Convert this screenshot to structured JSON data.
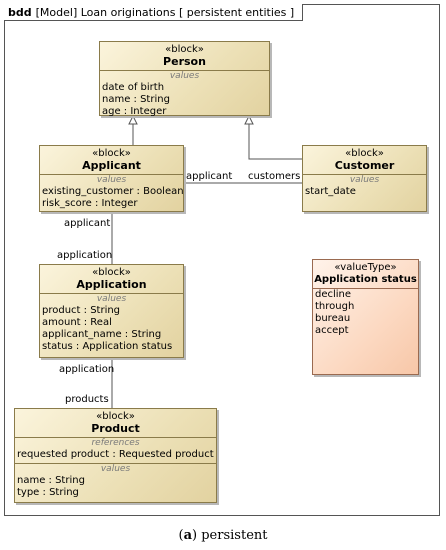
{
  "frame": {
    "kind": "bdd",
    "title": "[Model] Loan originations [ persistent entities ]"
  },
  "blocks": {
    "person": {
      "stereotype": "«block»",
      "name": "Person",
      "values_title": "values",
      "values": [
        "date of birth",
        "name : String",
        "age : Integer"
      ]
    },
    "applicant": {
      "stereotype": "«block»",
      "name": "Applicant",
      "values_title": "values",
      "values": [
        "existing_customer : Boolean",
        "risk_score : Integer"
      ]
    },
    "customer": {
      "stereotype": "«block»",
      "name": "Customer",
      "values_title": "values",
      "values": [
        "start_date"
      ]
    },
    "application": {
      "stereotype": "«block»",
      "name": "Application",
      "values_title": "values",
      "values": [
        "product : String",
        "amount : Real",
        "applicant_name : String",
        "status : Application status"
      ]
    },
    "product": {
      "stereotype": "«block»",
      "name": "Product",
      "references_title": "references",
      "references": [
        "requested product : Requested product"
      ],
      "values_title": "values",
      "values": [
        "name : String",
        "type : String"
      ]
    },
    "status": {
      "stereotype": "«valueType»",
      "name": "Application status",
      "literals": [
        "decline",
        "through",
        "bureau",
        "accept"
      ]
    }
  },
  "roles": {
    "applicant_to_customer": "applicant",
    "customer_end": "customers",
    "applicant_end": "applicant",
    "application_end_top": "application",
    "application_end_bottom": "application",
    "products_end": "products"
  },
  "caption": {
    "label": "a",
    "text": "persistent"
  }
}
